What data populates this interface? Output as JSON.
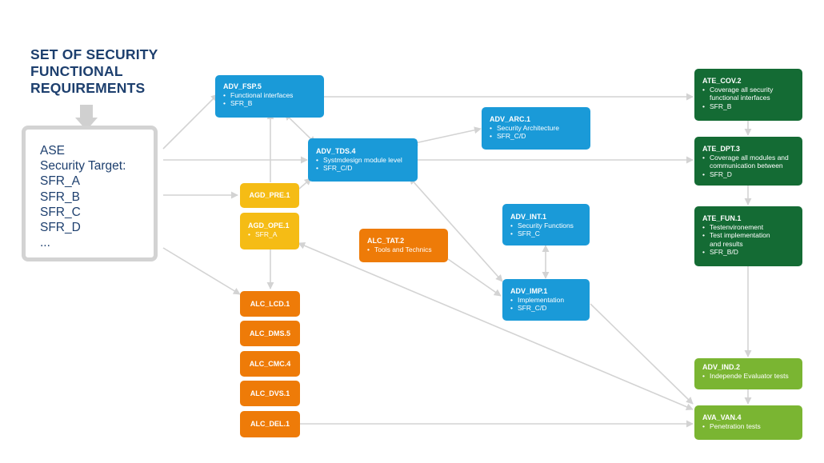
{
  "title": {
    "lines": [
      "SET OF SECURITY",
      "FUNCTIONAL",
      "REQUIREMENTS"
    ]
  },
  "ase": {
    "lines": [
      "ASE",
      "Security Target:",
      "SFR_A",
      "SFR_B",
      "SFR_C",
      "SFR_D",
      "..."
    ]
  },
  "colors": {
    "blue": "#1a9ad8",
    "yellow": "#f5bc15",
    "orange": "#ee7b08",
    "dark_green": "#146b34",
    "light_green": "#7ab532",
    "arrow": "#d3d3d3",
    "title": "#1d3f6e"
  },
  "nodes": {
    "adv_fsp": {
      "title": "ADV_FSP.5",
      "items": [
        "Functional interfaces",
        "SFR_B"
      ]
    },
    "adv_tds": {
      "title": "ADV_TDS.4",
      "items": [
        "Systmdesign module level",
        "SFR_C/D"
      ]
    },
    "adv_arc": {
      "title": "ADV_ARC.1",
      "items": [
        "Security Architecture",
        "SFR_C/D"
      ]
    },
    "agd_pre": {
      "title": "AGD_PRE.1"
    },
    "agd_ope": {
      "title": "AGD_OPE.1",
      "items": [
        "SFR_A"
      ]
    },
    "alc_tat": {
      "title": "ALC_TAT.2",
      "items": [
        "Tools and Technics"
      ]
    },
    "adv_int": {
      "title": "ADV_INT.1",
      "items": [
        "Security Functions",
        "SFR_C"
      ]
    },
    "adv_imp": {
      "title": "ADV_IMP.1",
      "items": [
        "Implementation",
        "SFR_C/D"
      ]
    },
    "alc_lcd": {
      "title": "ALC_LCD.1"
    },
    "alc_dms": {
      "title": "ALC_DMS.5"
    },
    "alc_cmc": {
      "title": "ALC_CMC.4"
    },
    "alc_dvs": {
      "title": "ALC_DVS.1"
    },
    "alc_del": {
      "title": "ALC_DEL.1"
    },
    "ate_cov": {
      "title": "ATE_COV.2",
      "items": [
        "Coverage all security",
        "functional interfaces",
        "SFR_B"
      ]
    },
    "ate_dpt": {
      "title": "ATE_DPT.3",
      "items": [
        "Coverage all modules and",
        "communication between",
        "SFR_D"
      ]
    },
    "ate_fun": {
      "title": "ATE_FUN.1",
      "items": [
        "Testenvironement",
        "Test implementation",
        "and results",
        "SFR_B/D"
      ]
    },
    "adv_ind": {
      "title": "ADV_IND.2",
      "items": [
        "Independe Evaluator tests"
      ]
    },
    "ava_van": {
      "title": "AVA_VAN.4",
      "items": [
        "Penetration tests"
      ]
    }
  }
}
